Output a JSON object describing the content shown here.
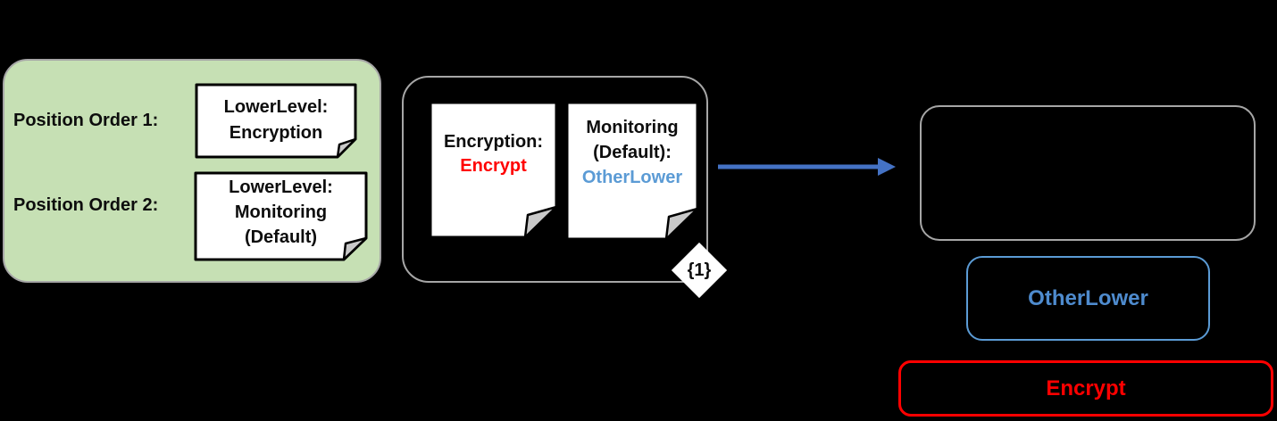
{
  "background": "#000000",
  "left_panel": {
    "rows": [
      {
        "label": "Position Order 1:",
        "note_lines": [
          "LowerLevel:",
          "Encryption"
        ]
      },
      {
        "label": "Position Order 2:",
        "note_lines": [
          "LowerLevel:",
          "Monitoring",
          "(Default)"
        ]
      }
    ]
  },
  "middle_panel": {
    "notes": [
      {
        "title_lines": [
          "Encryption:"
        ],
        "value": "Encrypt",
        "value_color": "#ff0000"
      },
      {
        "title_lines": [
          "Monitoring",
          "(Default):"
        ],
        "value": "OtherLower",
        "value_color": "#5b9bd5"
      }
    ],
    "badge": "{1}"
  },
  "right_panel": {
    "otherlower_box_label": "OtherLower",
    "encrypt_box_label": "Encrypt"
  },
  "colors": {
    "green_fill": "#c6e0b4",
    "gray_border": "#a6a6a6",
    "note_fill": "#ffffff",
    "note_border": "#000000",
    "fold_gray": "#c9c9c9",
    "accent_blue": "#5b9bd5",
    "arrow_blue": "#4472c4",
    "alert_red": "#ff0000",
    "text_black": "#0d0d0d"
  }
}
